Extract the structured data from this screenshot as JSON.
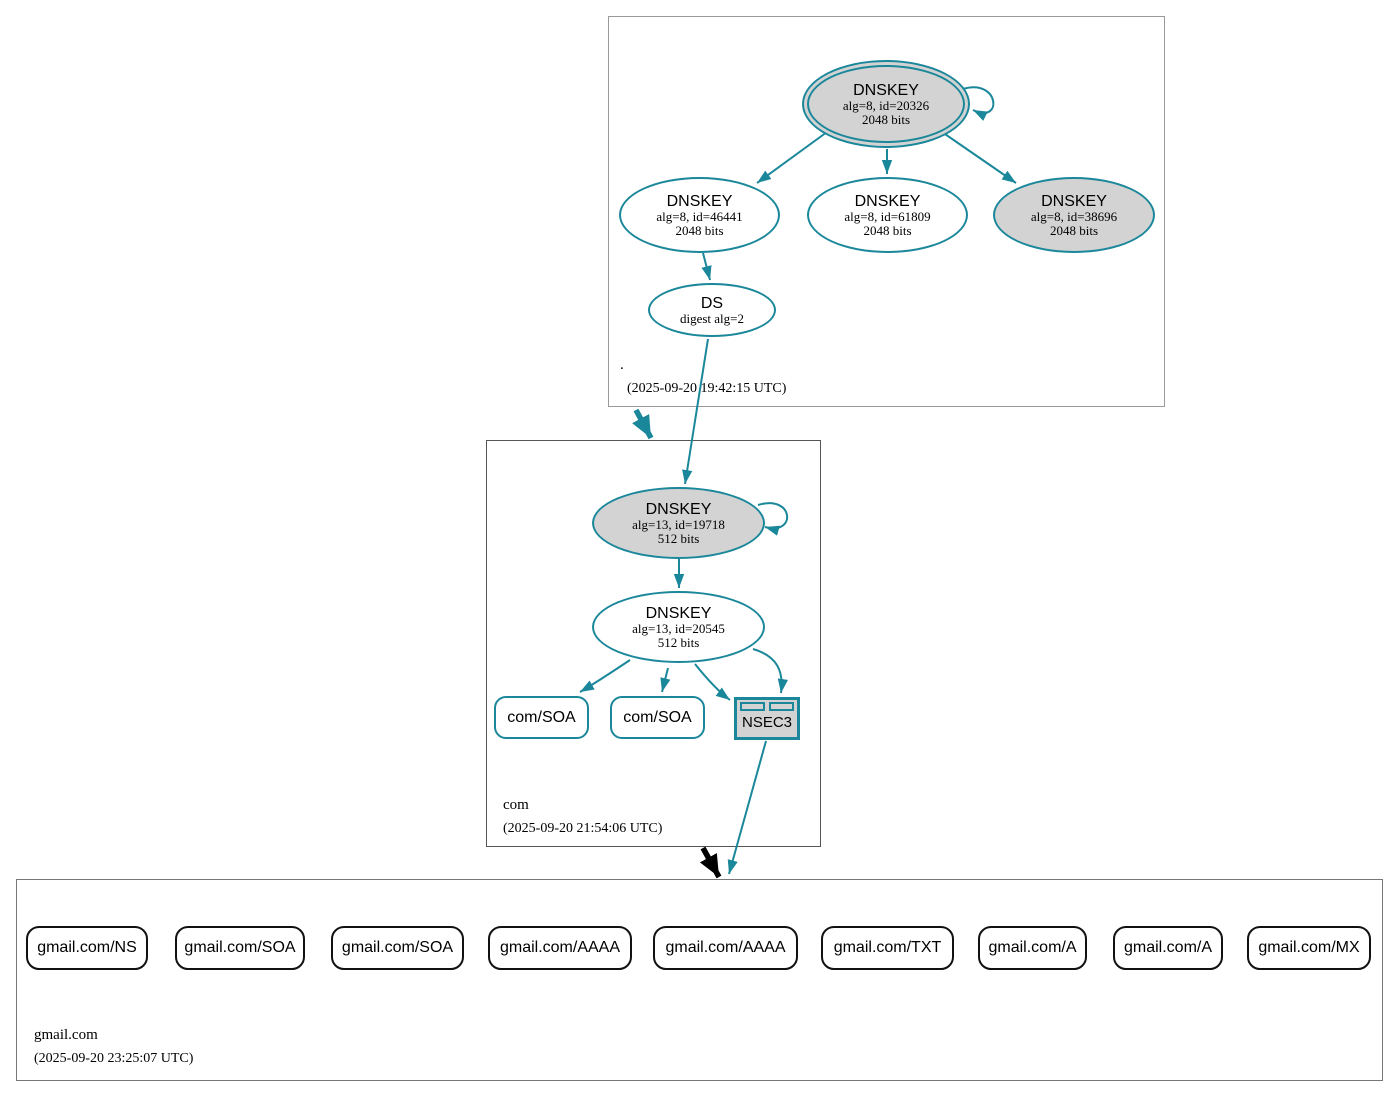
{
  "diagram": {
    "type": "dnssec-authentication-chain",
    "colors": {
      "secure_edge": "#1a879a",
      "insecure_edge": "#000000",
      "ksk_fill": "#d3d3d3",
      "node_fill": "#ffffff"
    },
    "zones": [
      {
        "name": ".",
        "timestamp": "(2025-09-20 19:42:15 UTC)",
        "nodes": {
          "ksk": {
            "title": "DNSKEY",
            "detail": "alg=8, id=20326",
            "bits": "2048 bits"
          },
          "zsk1": {
            "title": "DNSKEY",
            "detail": "alg=8, id=46441",
            "bits": "2048 bits"
          },
          "zsk2": {
            "title": "DNSKEY",
            "detail": "alg=8, id=61809",
            "bits": "2048 bits"
          },
          "ksk2": {
            "title": "DNSKEY",
            "detail": "alg=8, id=38696",
            "bits": "2048 bits"
          },
          "ds": {
            "title": "DS",
            "detail": "digest alg=2"
          }
        }
      },
      {
        "name": "com",
        "timestamp": "(2025-09-20 21:54:06 UTC)",
        "nodes": {
          "ksk": {
            "title": "DNSKEY",
            "detail": "alg=13, id=19718",
            "bits": "512 bits"
          },
          "zsk": {
            "title": "DNSKEY",
            "detail": "alg=13, id=20545",
            "bits": "512 bits"
          },
          "soa1": "com/SOA",
          "soa2": "com/SOA",
          "nsec3": "NSEC3"
        }
      },
      {
        "name": "gmail.com",
        "timestamp": "(2025-09-20 23:25:07 UTC)",
        "rrsets": [
          "gmail.com/NS",
          "gmail.com/SOA",
          "gmail.com/SOA",
          "gmail.com/AAAA",
          "gmail.com/AAAA",
          "gmail.com/TXT",
          "gmail.com/A",
          "gmail.com/A",
          "gmail.com/MX"
        ]
      }
    ]
  }
}
